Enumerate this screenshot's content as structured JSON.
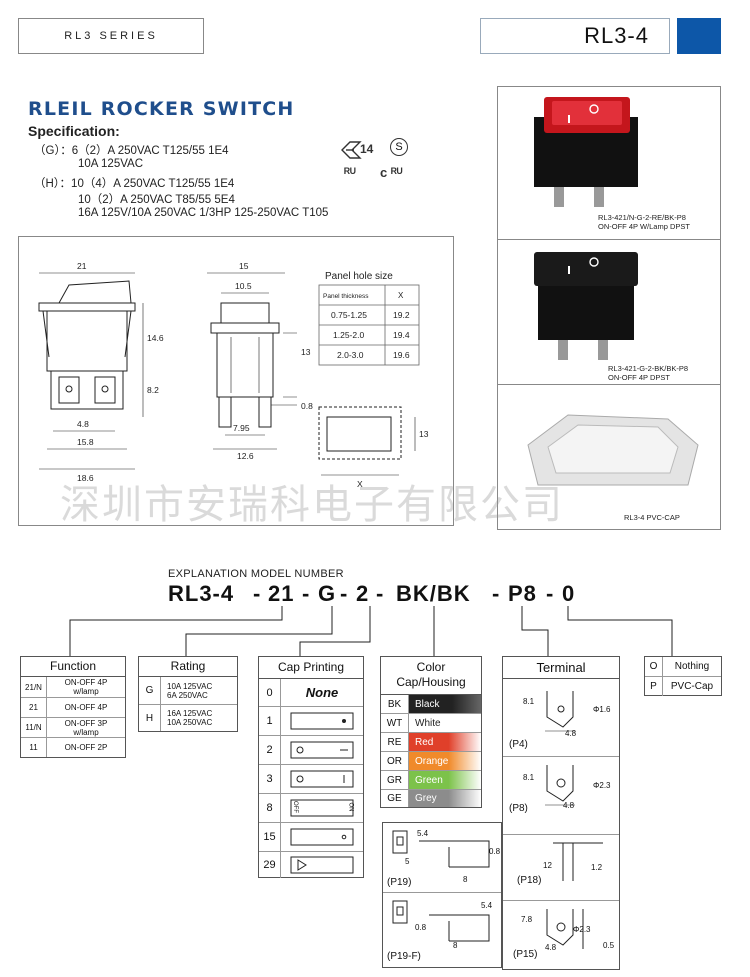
{
  "header": {
    "series_label": "RL3 SERIES",
    "model": "RL3-4"
  },
  "title": "RLEIL ROCKER SWITCH",
  "spec_title": "Specification:",
  "spec_lines": [
    "（G）：6（2）A 250VAC T125/55  1E4",
    "10A  125VAC",
    "（H）：10（4）A 250VAC T125/55  1E4",
    "10（2）A 250VAC T85/55  5E4",
    "16A 125V/10A  250VAC  1/3HP  125-250VAC T105"
  ],
  "certs": {
    "enec": "14",
    "s": "S",
    "ul": "ᴿᵁ",
    "cul": "c ᴿᵁ"
  },
  "drawing": {
    "dims": {
      "d21": "21",
      "d14_6": "14.6",
      "d8_2": "8.2",
      "d4_8": "4.8",
      "d15_8": "15.8",
      "d18_6": "18.6",
      "d15": "15",
      "d10_5": "10.5",
      "d13": "13",
      "d0_8": "0.8",
      "d7_95": "7.95",
      "d12_6": "12.6",
      "x": "X",
      "d13b": "13"
    },
    "panel": {
      "title": "Panel hole size",
      "head": [
        "Panel thickness",
        "X"
      ],
      "rows": [
        [
          "0.75-1.25",
          "19.2"
        ],
        [
          "1.25-2.0",
          "19.4"
        ],
        [
          "2.0-3.0",
          "19.6"
        ]
      ]
    }
  },
  "photos": [
    {
      "caption1": "RL3-421/N-G-2-RE/BK-P8",
      "caption2": "ON-OFF 4P W/Lamp DPST"
    },
    {
      "caption1": "RL3-421-G-2-BK/BK-P8",
      "caption2": "ON-OFF 4P DPST"
    },
    {
      "caption1": "RL3-4  PVC-CAP",
      "caption2": ""
    }
  ],
  "watermark": "深圳市安瑞科电子有限公司",
  "explanation": "EXPLANATION MODEL NUMBER",
  "code_parts": [
    "RL3-4",
    "-",
    "21",
    "-",
    "G",
    "-",
    "2",
    "-",
    "BK/BK",
    "-",
    "P8",
    "-",
    "0"
  ],
  "function": {
    "title": "Function",
    "rows": [
      {
        "code": "21/N",
        "desc": "ON-OFF 4P\nw/lamp"
      },
      {
        "code": "21",
        "desc": "ON-OFF 4P"
      },
      {
        "code": "11/N",
        "desc": "ON-OFF 3P\nw/lamp"
      },
      {
        "code": "11",
        "desc": "ON-OFF 2P"
      }
    ]
  },
  "rating": {
    "title": "Rating",
    "rows": [
      {
        "code": "G",
        "desc": "10A  125VAC\n6A   250VAC"
      },
      {
        "code": "H",
        "desc": "16A  125VAC\n10A  250VAC"
      }
    ]
  },
  "cap_printing": {
    "title": "Cap Printing",
    "rows": [
      {
        "code": "0",
        "desc": "None"
      },
      {
        "code": "1",
        "desc": ""
      },
      {
        "code": "2",
        "desc": ""
      },
      {
        "code": "3",
        "desc": ""
      },
      {
        "code": "8",
        "desc": "",
        "off": "OFF",
        "on": "ON"
      },
      {
        "code": "15",
        "desc": ""
      },
      {
        "code": "29",
        "desc": ""
      }
    ]
  },
  "color": {
    "title1": "Color",
    "title2": "Cap/Housing",
    "rows": [
      {
        "code": "BK",
        "name": "Black",
        "color": "#222222"
      },
      {
        "code": "WT",
        "name": "White",
        "color": "#ffffff"
      },
      {
        "code": "RE",
        "name": "Red",
        "color": "#e0402a"
      },
      {
        "code": "OR",
        "name": "Orange",
        "color": "#f08a2a"
      },
      {
        "code": "GR",
        "name": "Green",
        "color": "#7cc24a"
      },
      {
        "code": "GE",
        "name": "Grey",
        "color": "#8c8c8c"
      }
    ]
  },
  "terminal": {
    "title": "Terminal",
    "p4": {
      "label": "(P4)",
      "d1": "8.1",
      "d2": "Φ1.6",
      "d3": "4.8"
    },
    "p8": {
      "label": "(P8)",
      "d1": "8.1",
      "d2": "Φ2.3",
      "d3": "4.8"
    },
    "p18": {
      "label": "(P18)",
      "d1": "12",
      "d2": "1.2"
    },
    "p15": {
      "label": "(P15)",
      "d1": "7.8",
      "d2": "Φ2.3",
      "d3": "4.8",
      "d4": "0.5"
    },
    "p19": {
      "label": "(P19)",
      "d1": "5.4",
      "d2": "5",
      "d3": "0.8",
      "d4": "8"
    },
    "p19f": {
      "label": "(P19-F)",
      "d1": "5.4",
      "d2": "0.8",
      "d3": "8"
    }
  },
  "extra": {
    "rows": [
      {
        "code": "O",
        "desc": "Nothing"
      },
      {
        "code": "P",
        "desc": "PVC-Cap"
      }
    ]
  }
}
